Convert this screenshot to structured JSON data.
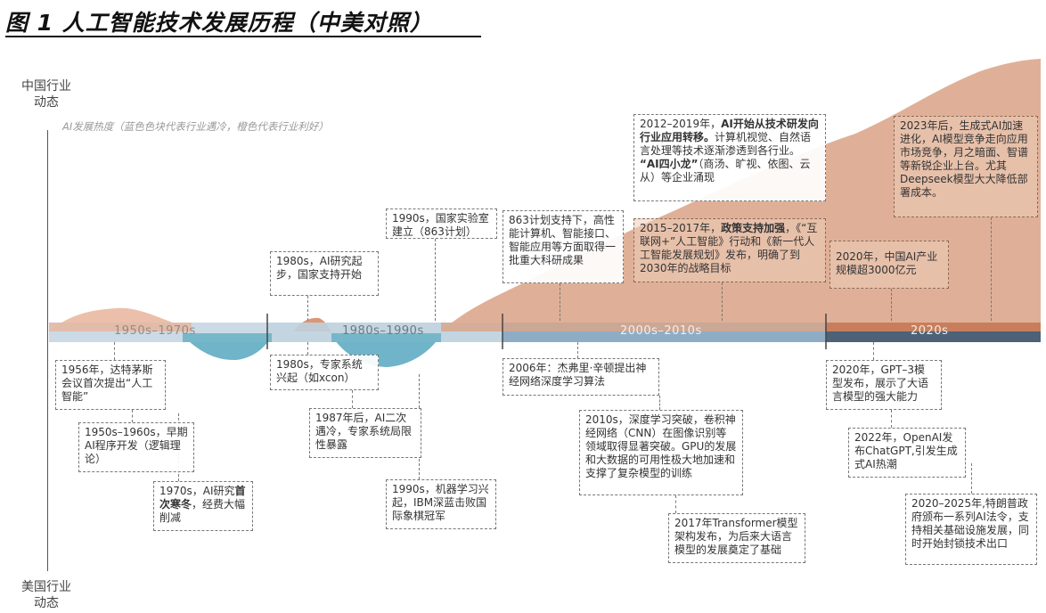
{
  "title": "图 1 人工智能技术发展历程（中美对照）",
  "axis": {
    "top_label_1": "中国行业",
    "top_label_2": "动态",
    "bottom_label_1": "美国行业",
    "bottom_label_2": "动态"
  },
  "subtitle": "AI发展热度（蓝色色块代表行业遇冷，橙色代表行业利好）",
  "eras": [
    "1950s–1970s",
    "1980s–1990s",
    "2000s–2010s",
    "2020s"
  ],
  "china": {
    "c1980s": "1980s，AI研究起步，国家支持开始",
    "c1990s": "1990s，国家实验室建立（863计划）",
    "c863": "863计划支持下，高性能计算机、智能接口、智能应用等方面取得一批重大科研成果",
    "c2012_bold": "AI开始从技术研发向行业应用转移。",
    "c2012_prefix": "2012–2019年，",
    "c2012_rest": "计算机视觉、自然语言处理等技术逐渐渗透到各行业。",
    "c2012_bold2": "“AI四小龙”",
    "c2012_rest2": "（商汤、旷视、依图、云从）等企业涌现",
    "c2015_prefix": "2015–2017年，",
    "c2015_bold": "政策支持加强",
    "c2015_rest": "，《“互联网+”人工智能》行动和《新一代人工智能发展规划》发布，明确了到2030年的战略目标",
    "c2020": "2020年，中国AI产业规模超3000亿元",
    "c2023": "2023年后，生成式AI加速进化，AI模型竞争走向应用市场竞争，月之暗面、智谱等新锐企业上台。尤其Deepseek模型大大降低部署成本。"
  },
  "usa": {
    "u1956": "1956年，达特茅斯会议首次提出“人工智能”",
    "u1950s": "1950s–1960s，早期AI程序开发（逻辑理论）",
    "u1970s_prefix": "1970s，AI研究",
    "u1970s_bold": "首次寒冬",
    "u1970s_rest": "，经费大幅削减",
    "u1980s": "1980s，专家系统兴起（如xcon）",
    "u1987": "1987年后，AI二次遇冷，专家系统局限性暴露",
    "u1990s": "1990s，机器学习兴起，IBM深蓝击败国际象棋冠军",
    "u2006": "2006年：杰弗里·辛顿提出神经网络深度学习算法",
    "u2010s": "2010s，深度学习突破，卷积神经网络（CNN）在图像识别等领域取得显著突破。GPU的发展和大数据的可用性极大地加速和支撑了复杂模型的训练",
    "u2017": "2017年Transformer模型架构发布，为后来大语言模型的发展奠定了基础",
    "u2020": "2020年，GPT–3模型发布，展示了大语言模型的强大能力",
    "u2022": "2022年，OpenAI发布ChatGPT,引发生成式AI热潮",
    "u2025": "2020–2025年,特朗普政府颁布一系列AI法令，支持相关基础设施发展，同时开始封锁技术出口"
  },
  "colors": {
    "orange": "#e5a889",
    "orange_dark": "#d9886a",
    "blue": "#6bb0c6",
    "band_light": "#c7d6e2",
    "band_mid": "#8faec6",
    "band_dark": "#4d6277"
  }
}
